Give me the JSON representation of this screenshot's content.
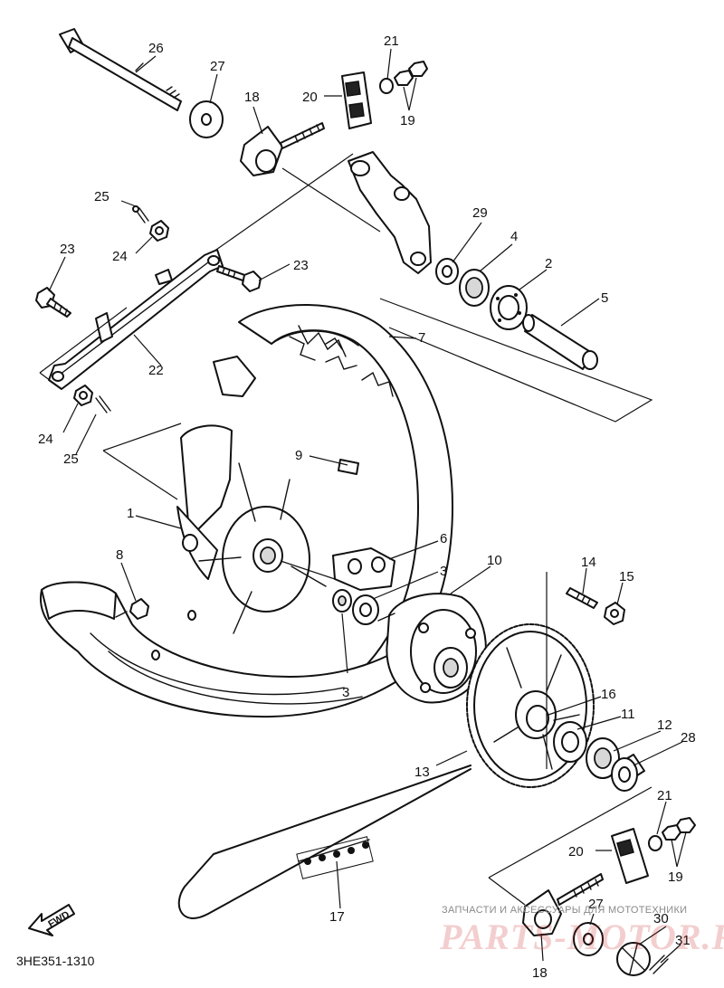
{
  "callouts": {
    "c1": "1",
    "c2": "2",
    "c3a": "3",
    "c3b": "3",
    "c4": "4",
    "c5": "5",
    "c6": "6",
    "c7": "7",
    "c8": "8",
    "c9": "9",
    "c10": "10",
    "c11": "11",
    "c12": "12",
    "c13": "13",
    "c14": "14",
    "c15": "15",
    "c16": "16",
    "c17": "17",
    "c18a": "18",
    "c18b": "18",
    "c19a": "19",
    "c19b": "19",
    "c20a": "20",
    "c20b": "20",
    "c21a": "21",
    "c21b": "21",
    "c22": "22",
    "c23a": "23",
    "c23b": "23",
    "c24a": "24",
    "c24b": "24",
    "c25a": "25",
    "c25b": "25",
    "c26": "26",
    "c27a": "27",
    "c27b": "27",
    "c28": "28",
    "c29": "29",
    "c30": "30",
    "c31": "31"
  },
  "fwd_label": "FWD",
  "diagram_code": "3HE351-1310",
  "watermark": {
    "caption": "ЗАПЧАСТИ И АКСЕССУАРЫ ДЛЯ МОТОТЕХНИКИ",
    "brand": "PARTS-MOTOR.RU"
  }
}
